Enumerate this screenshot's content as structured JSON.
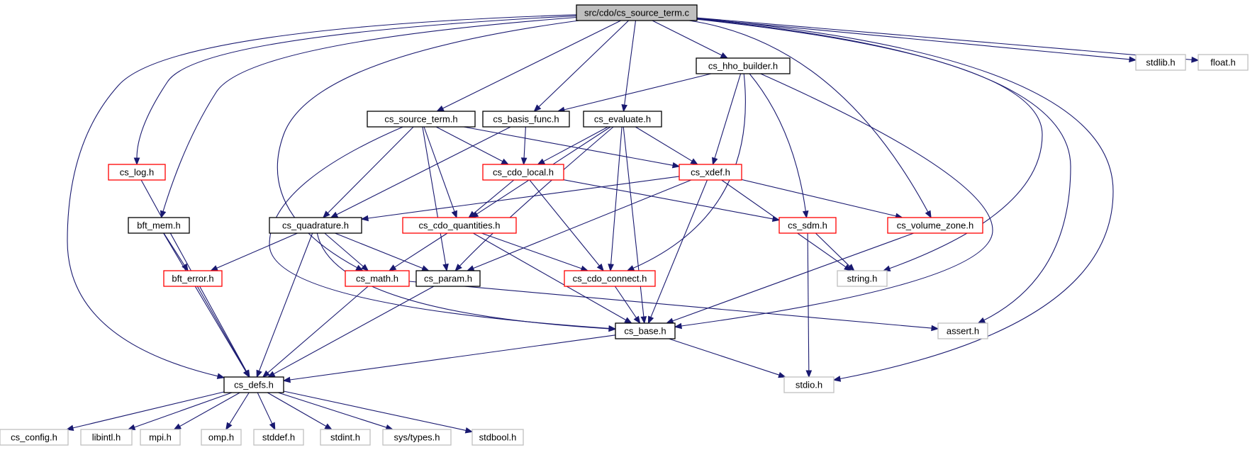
{
  "colors": {
    "edge": "#191970",
    "root_fill": "#bfbfbf",
    "local_border": "#000000",
    "incomplete_border": "#ff0000",
    "system_border": "#bfbfbf",
    "system_text": "#000000"
  },
  "nodes": {
    "root": {
      "label": "src/cdo/cs_source_term.c",
      "kind": "root"
    },
    "hho_builder": {
      "label": "cs_hho_builder.h",
      "kind": "local"
    },
    "stdlib": {
      "label": "stdlib.h",
      "kind": "system"
    },
    "float": {
      "label": "float.h",
      "kind": "system"
    },
    "source_term": {
      "label": "cs_source_term.h",
      "kind": "local"
    },
    "basis_func": {
      "label": "cs_basis_func.h",
      "kind": "local"
    },
    "evaluate": {
      "label": "cs_evaluate.h",
      "kind": "local"
    },
    "log": {
      "label": "cs_log.h",
      "kind": "incomplete"
    },
    "cdo_local": {
      "label": "cs_cdo_local.h",
      "kind": "incomplete"
    },
    "xdef": {
      "label": "cs_xdef.h",
      "kind": "incomplete"
    },
    "bft_mem": {
      "label": "bft_mem.h",
      "kind": "local"
    },
    "quadrature": {
      "label": "cs_quadrature.h",
      "kind": "local"
    },
    "cdo_quantities": {
      "label": "cs_cdo_quantities.h",
      "kind": "incomplete"
    },
    "sdm": {
      "label": "cs_sdm.h",
      "kind": "incomplete"
    },
    "volume_zone": {
      "label": "cs_volume_zone.h",
      "kind": "incomplete"
    },
    "bft_error": {
      "label": "bft_error.h",
      "kind": "incomplete"
    },
    "math": {
      "label": "cs_math.h",
      "kind": "incomplete"
    },
    "param": {
      "label": "cs_param.h",
      "kind": "local"
    },
    "cdo_connect": {
      "label": "cs_cdo_connect.h",
      "kind": "incomplete"
    },
    "string": {
      "label": "string.h",
      "kind": "system"
    },
    "base": {
      "label": "cs_base.h",
      "kind": "local"
    },
    "assert": {
      "label": "assert.h",
      "kind": "system"
    },
    "defs": {
      "label": "cs_defs.h",
      "kind": "local"
    },
    "stdio": {
      "label": "stdio.h",
      "kind": "system"
    },
    "config": {
      "label": "cs_config.h",
      "kind": "system"
    },
    "libintl": {
      "label": "libintl.h",
      "kind": "system"
    },
    "mpi": {
      "label": "mpi.h",
      "kind": "system"
    },
    "omp": {
      "label": "omp.h",
      "kind": "system"
    },
    "stddef": {
      "label": "stddef.h",
      "kind": "system"
    },
    "stdint": {
      "label": "stdint.h",
      "kind": "system"
    },
    "systypes": {
      "label": "sys/types.h",
      "kind": "system"
    },
    "stdbool": {
      "label": "stdbool.h",
      "kind": "system"
    }
  },
  "edges": [
    [
      "root",
      "hho_builder"
    ],
    [
      "root",
      "stdlib"
    ],
    [
      "root",
      "float"
    ],
    [
      "root",
      "source_term"
    ],
    [
      "root",
      "basis_func"
    ],
    [
      "root",
      "evaluate"
    ],
    [
      "root",
      "log"
    ],
    [
      "root",
      "bft_mem"
    ],
    [
      "root",
      "math"
    ],
    [
      "root",
      "defs"
    ],
    [
      "root",
      "volume_zone"
    ],
    [
      "root",
      "string"
    ],
    [
      "root",
      "assert"
    ],
    [
      "root",
      "stdio"
    ],
    [
      "hho_builder",
      "basis_func"
    ],
    [
      "hho_builder",
      "xdef"
    ],
    [
      "hho_builder",
      "sdm"
    ],
    [
      "hho_builder",
      "cdo_connect"
    ],
    [
      "hho_builder",
      "base"
    ],
    [
      "source_term",
      "cdo_local"
    ],
    [
      "source_term",
      "xdef"
    ],
    [
      "source_term",
      "quadrature"
    ],
    [
      "source_term",
      "cdo_quantities"
    ],
    [
      "source_term",
      "param"
    ],
    [
      "source_term",
      "base"
    ],
    [
      "basis_func",
      "cdo_local"
    ],
    [
      "basis_func",
      "quadrature"
    ],
    [
      "evaluate",
      "cdo_local"
    ],
    [
      "evaluate",
      "xdef"
    ],
    [
      "evaluate",
      "cdo_quantities"
    ],
    [
      "evaluate",
      "param"
    ],
    [
      "evaluate",
      "cdo_connect"
    ],
    [
      "evaluate",
      "base"
    ],
    [
      "log",
      "defs"
    ],
    [
      "cdo_local",
      "cdo_quantities"
    ],
    [
      "cdo_local",
      "sdm"
    ],
    [
      "cdo_local",
      "cdo_connect"
    ],
    [
      "xdef",
      "quadrature"
    ],
    [
      "xdef",
      "param"
    ],
    [
      "xdef",
      "volume_zone"
    ],
    [
      "xdef",
      "string"
    ],
    [
      "xdef",
      "base"
    ],
    [
      "bft_mem",
      "bft_error"
    ],
    [
      "bft_mem",
      "defs"
    ],
    [
      "quadrature",
      "bft_error"
    ],
    [
      "quadrature",
      "math"
    ],
    [
      "quadrature",
      "param"
    ],
    [
      "quadrature",
      "base"
    ],
    [
      "quadrature",
      "defs"
    ],
    [
      "cdo_quantities",
      "math"
    ],
    [
      "cdo_quantities",
      "cdo_connect"
    ],
    [
      "cdo_quantities",
      "base"
    ],
    [
      "sdm",
      "string"
    ],
    [
      "sdm",
      "stdio"
    ],
    [
      "volume_zone",
      "base"
    ],
    [
      "bft_error",
      "defs"
    ],
    [
      "math",
      "defs"
    ],
    [
      "math",
      "assert"
    ],
    [
      "param",
      "defs"
    ],
    [
      "cdo_connect",
      "base"
    ],
    [
      "base",
      "defs"
    ],
    [
      "base",
      "stdio"
    ],
    [
      "defs",
      "config"
    ],
    [
      "defs",
      "libintl"
    ],
    [
      "defs",
      "mpi"
    ],
    [
      "defs",
      "omp"
    ],
    [
      "defs",
      "stddef"
    ],
    [
      "defs",
      "stdint"
    ],
    [
      "defs",
      "systypes"
    ],
    [
      "defs",
      "stdbool"
    ]
  ]
}
